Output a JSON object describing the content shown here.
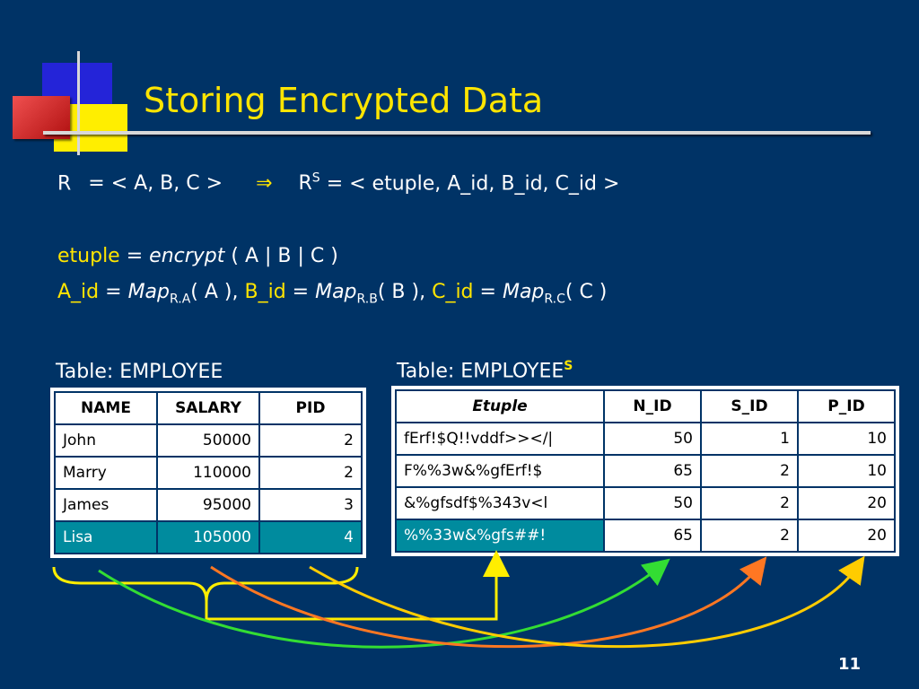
{
  "title": "Storing Encrypted Data",
  "line1": {
    "r": "R",
    "eq": "= < A, B, C >",
    "arrow": "⇒",
    "rs": "R",
    "rs_sup": "S",
    "rest": "= < etuple, A_id, B_id, C_id >"
  },
  "line2": {
    "etuple": "etuple",
    "eq": "=",
    "encrypt": "encrypt",
    "args": "( A | B | C )"
  },
  "line3": {
    "a_id": "A_id",
    "eq1": "=",
    "map": "Map",
    "sub_a": "R.A",
    "arg_a": "( A ),",
    "b_id": "B_id",
    "eq2": "=",
    "sub_b": "R.B",
    "arg_b": "( B ),",
    "c_id": "C_id",
    "eq3": "=",
    "sub_c": "R.C",
    "arg_c": "( C )"
  },
  "table1": {
    "label": "Table: EMPLOYEE",
    "headers": [
      "NAME",
      "SALARY",
      "PID"
    ],
    "rows": [
      [
        "John",
        "50000",
        "2"
      ],
      [
        "Marry",
        "110000",
        "2"
      ],
      [
        "James",
        "95000",
        "3"
      ],
      [
        "Lisa",
        "105000",
        "4"
      ]
    ]
  },
  "table2": {
    "label": "Table: EMPLOYEE",
    "label_sup": "S",
    "headers": [
      "Etuple",
      "N_ID",
      "S_ID",
      "P_ID"
    ],
    "rows": [
      [
        "fErf!$Q!!vddf>></|",
        "50",
        "1",
        "10"
      ],
      [
        "F%%3w&%gfErf!$",
        "65",
        "2",
        "10"
      ],
      [
        "&%gfsdf$%343v<l",
        "50",
        "2",
        "20"
      ],
      [
        "%%33w&%gfs##!",
        "65",
        "2",
        "20"
      ]
    ]
  },
  "colors": {
    "background": "#003366",
    "accent": "#ffe500",
    "highlight": "#008b9e",
    "arrow_green": "#33dd33",
    "arrow_orange": "#ff7722",
    "arrow_yellow": "#ffcc00"
  },
  "page_number": "11"
}
